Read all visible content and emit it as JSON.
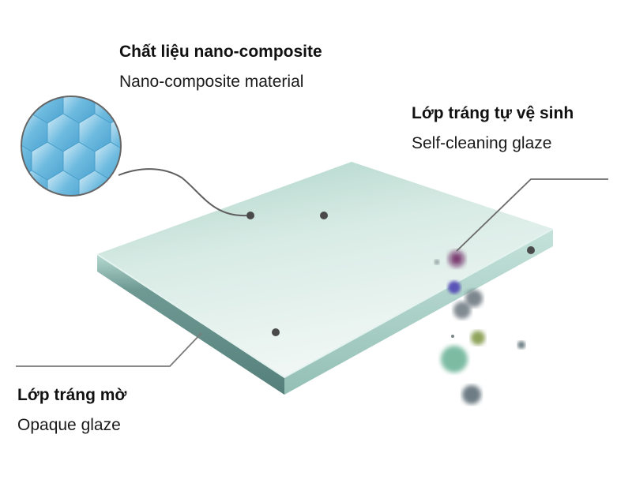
{
  "labels": {
    "nano": {
      "title": "Chất liệu nano-composite",
      "subtitle": "Nano-composite material"
    },
    "self_cleaning": {
      "title": "Lớp tráng tự vệ sinh",
      "subtitle": "Self-cleaning glaze"
    },
    "opaque": {
      "title": "Lớp tráng mờ",
      "subtitle": "Opaque glaze"
    }
  },
  "colors": {
    "slab_top": "#cfe7df",
    "slab_top_light": "#eef6f3",
    "slab_edge_front": "#5f8a85",
    "slab_edge_side": "#a9cfc6",
    "hexagon_fill": "#5aaed6",
    "marker_dot": "#4a4a4a",
    "leader_line": "#6a6a6a"
  }
}
